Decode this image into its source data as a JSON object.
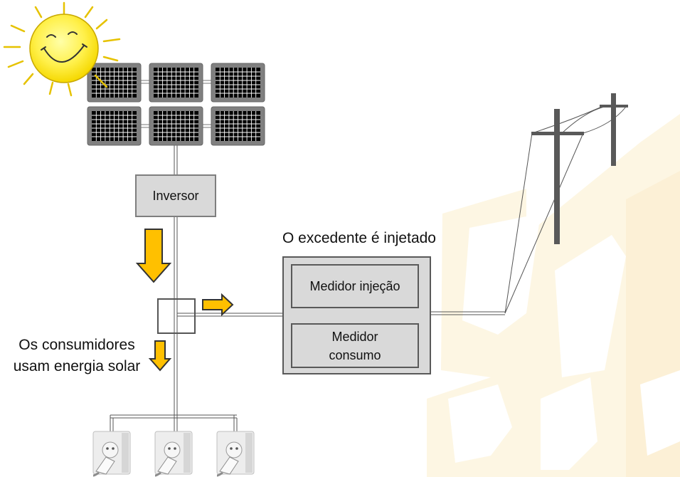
{
  "inverter": {
    "label": "Inversor"
  },
  "injection": {
    "title": "O excedente é injetado",
    "meter_injection": "Medidor injeção",
    "meter_consumption_line1": "Medidor",
    "meter_consumption_line2": "consumo"
  },
  "consumers": {
    "line1": "Os consumidores",
    "line2": "usam energia solar"
  },
  "icons": {
    "sun": "smiling-sun-icon",
    "panel": "solar-panel-icon",
    "pole": "utility-pole-icon",
    "outlet": "wall-outlet-with-plug-icon",
    "arrow": "arrow-icon"
  },
  "colors": {
    "arrow_fill": "#FFC000",
    "sun_fill": "#FFF04A",
    "box_fill": "#D9D9D9",
    "watermark": "#FDF6E3",
    "panel_frame": "#808080",
    "pole": "#595959"
  }
}
